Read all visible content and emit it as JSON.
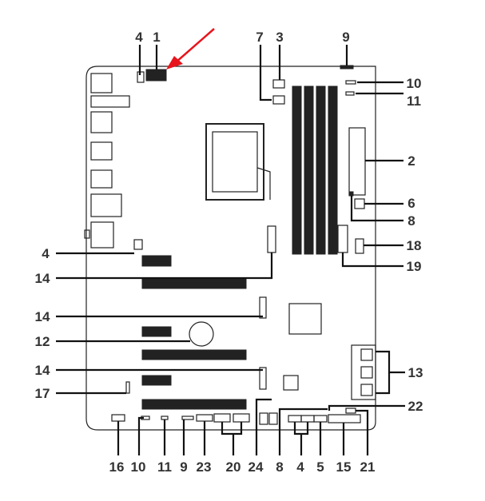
{
  "title": "Motherboard layout diagram",
  "colors": {
    "arrow": "#e8141c",
    "line": "#111111"
  },
  "callouts": {
    "top": [
      "4",
      "1",
      "7",
      "3",
      "9"
    ],
    "right": [
      "10",
      "11",
      "2",
      "6",
      "8",
      "18",
      "19",
      "13",
      "22"
    ],
    "left": [
      "4",
      "14",
      "14",
      "12",
      "14",
      "17"
    ],
    "bottom": [
      "16",
      "10",
      "11",
      "9",
      "23",
      "20",
      "24",
      "8",
      "4",
      "5",
      "15",
      "21"
    ]
  }
}
